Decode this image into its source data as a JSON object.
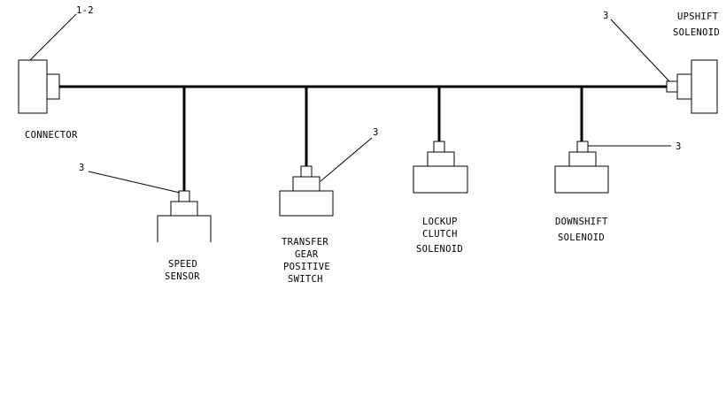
{
  "callouts": {
    "connector_num": "1-2",
    "upshift_num": "3",
    "speed_num": "3",
    "transfer_num": "3",
    "downshift_num": "3"
  },
  "labels": {
    "connector": [
      "CONNECTOR"
    ],
    "upshift": [
      "UPSHIFT",
      "SOLENOID"
    ],
    "speed_sensor": [
      "SPEED",
      "SENSOR"
    ],
    "transfer_switch": [
      "TRANSFER",
      "GEAR",
      "POSITIVE",
      "SWITCH"
    ],
    "lockup": [
      "LOCKUP",
      "CLUTCH",
      "SOLENOID"
    ],
    "downshift": [
      "DOWNSHIFT",
      "SOLENOID"
    ]
  }
}
